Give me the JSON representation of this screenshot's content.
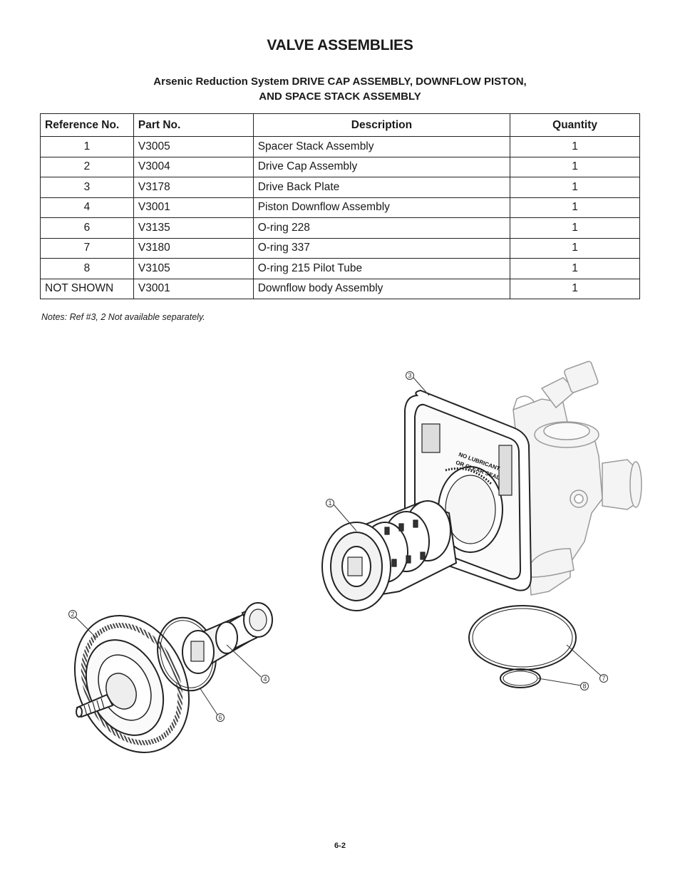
{
  "title": "VALVE ASSEMBLIES",
  "subtitle": {
    "line1": "Arsenic Reduction System DRIVE CAP ASSEMBLY, DOWNFLOW PISTON,",
    "line2": "AND SPACE STACK ASSEMBLY"
  },
  "table": {
    "headers": [
      "Reference No.",
      "Part No.",
      "Description",
      "Quantity"
    ],
    "rows": [
      {
        "ref": "1",
        "part": "V3005",
        "desc": "Spacer Stack Assembly",
        "qty": "1"
      },
      {
        "ref": "2",
        "part": "V3004",
        "desc": "Drive Cap Assembly",
        "qty": "1"
      },
      {
        "ref": "3",
        "part": "V3178",
        "desc": "Drive Back Plate",
        "qty": "1"
      },
      {
        "ref": "4",
        "part": "V3001",
        "desc": "Piston Downflow Assembly",
        "qty": "1"
      },
      {
        "ref": "6",
        "part": "V3135",
        "desc": "O-ring 228",
        "qty": "1"
      },
      {
        "ref": "7",
        "part": "V3180",
        "desc": "O-ring 337",
        "qty": "1"
      },
      {
        "ref": "8",
        "part": "V3105",
        "desc": "O-ring 215 Pilot Tube",
        "qty": "1"
      },
      {
        "ref": "NOT SHOWN",
        "part": "V3001",
        "desc": "Downflow body Assembly",
        "qty": "1"
      }
    ]
  },
  "notes": "Notes: Ref #3, 2 Not available separately.",
  "diagram": {
    "callouts": [
      "3",
      "1",
      "2",
      "4",
      "6",
      "7",
      "8"
    ],
    "plate_label_line1": "NO LUBRICANT",
    "plate_label_line2": "OR CLEAR SEAL"
  },
  "page_number": "6-2"
}
